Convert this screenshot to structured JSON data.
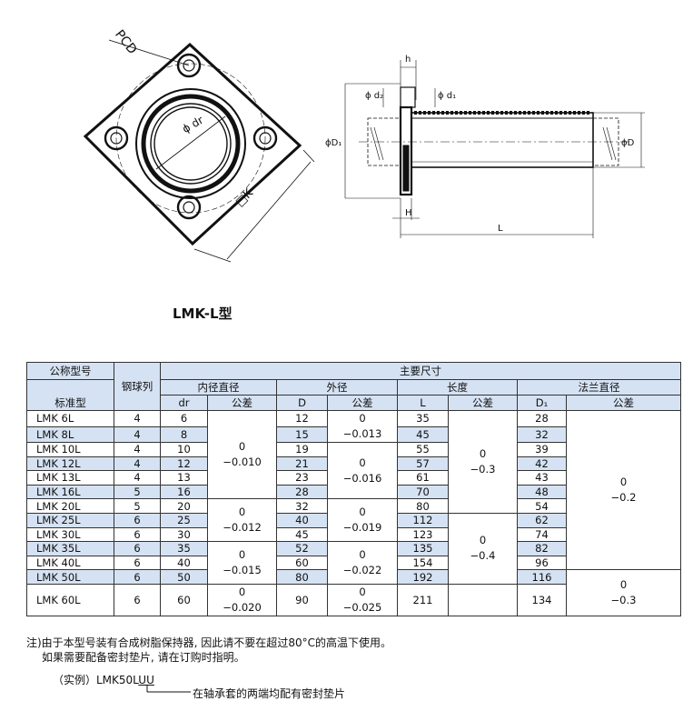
{
  "drawing": {
    "front_labels": {
      "pcd": "PCD",
      "dr": "ϕ dr",
      "k": "□K"
    },
    "side_labels": {
      "h_small": "h",
      "d2": "ϕ d₂",
      "d1": "ϕ d₁",
      "D1": "ϕD₁",
      "D": "ϕD",
      "H": "H",
      "L": "L"
    }
  },
  "caption": "LMK-L型",
  "table": {
    "headers": {
      "model_top": "公称型号",
      "model_bottom": "标准型",
      "balls": "钢球列",
      "main_dims": "主要尺寸",
      "inner": "内径直径",
      "outer": "外径",
      "length": "长度",
      "flange": "法兰直径",
      "dr": "dr",
      "D": "D",
      "L": "L",
      "D1": "D₁",
      "tol": "公差"
    },
    "rows": [
      {
        "model": "LMK 6L",
        "balls": "4",
        "dr": "6",
        "D": "12",
        "L": "35",
        "D1": "28"
      },
      {
        "model": "LMK 8L",
        "balls": "4",
        "dr": "8",
        "D": "15",
        "L": "45",
        "D1": "32"
      },
      {
        "model": "LMK 10L",
        "balls": "4",
        "dr": "10",
        "D": "19",
        "L": "55",
        "D1": "39"
      },
      {
        "model": "LMK 12L",
        "balls": "4",
        "dr": "12",
        "D": "21",
        "L": "57",
        "D1": "42"
      },
      {
        "model": "LMK 13L",
        "balls": "4",
        "dr": "13",
        "D": "23",
        "L": "61",
        "D1": "43"
      },
      {
        "model": "LMK 16L",
        "balls": "5",
        "dr": "16",
        "D": "28",
        "L": "70",
        "D1": "48"
      },
      {
        "model": "LMK 20L",
        "balls": "5",
        "dr": "20",
        "D": "32",
        "L": "80",
        "D1": "54"
      },
      {
        "model": "LMK 25L",
        "balls": "6",
        "dr": "25",
        "D": "40",
        "L": "112",
        "D1": "62"
      },
      {
        "model": "LMK 30L",
        "balls": "6",
        "dr": "30",
        "D": "45",
        "L": "123",
        "D1": "74"
      },
      {
        "model": "LMK 35L",
        "balls": "6",
        "dr": "35",
        "D": "52",
        "L": "135",
        "D1": "82"
      },
      {
        "model": "LMK 40L",
        "balls": "6",
        "dr": "40",
        "D": "60",
        "L": "154",
        "D1": "96"
      },
      {
        "model": "LMK 50L",
        "balls": "6",
        "dr": "50",
        "D": "80",
        "L": "192",
        "D1": "116"
      },
      {
        "model": "LMK 60L",
        "balls": "6",
        "dr": "60",
        "D": "90",
        "L": "211",
        "D1": "134"
      }
    ],
    "tolerances": {
      "dr_1": [
        "0",
        "−0.010"
      ],
      "dr_2": [
        "0",
        "−0.012"
      ],
      "dr_3": [
        "0",
        "−0.015"
      ],
      "dr_4": [
        "0",
        "−0.020"
      ],
      "D_1": [
        "0",
        "−0.013"
      ],
      "D_2": [
        "0",
        "−0.016"
      ],
      "D_3": [
        "0",
        "−0.019"
      ],
      "D_4": [
        "0",
        "−0.022"
      ],
      "D_5": [
        "0",
        "−0.025"
      ],
      "L_1": [
        "0",
        "−0.3"
      ],
      "L_2": [
        "0",
        "−0.4"
      ],
      "D1_1": [
        "0",
        "−0.2"
      ],
      "D1_2": [
        "0",
        "−0.3"
      ]
    }
  },
  "notes": {
    "line1": "注)由于本型号装有合成树脂保持器, 因此请不要在超过80°C的高温下使用。",
    "line2": "如果需要配备密封垫片, 请在订购时指明。"
  },
  "example": {
    "prefix": "（实例）LMK50L",
    "suffix": "UU",
    "description": "在轴承套的两端均配有密封垫片"
  }
}
